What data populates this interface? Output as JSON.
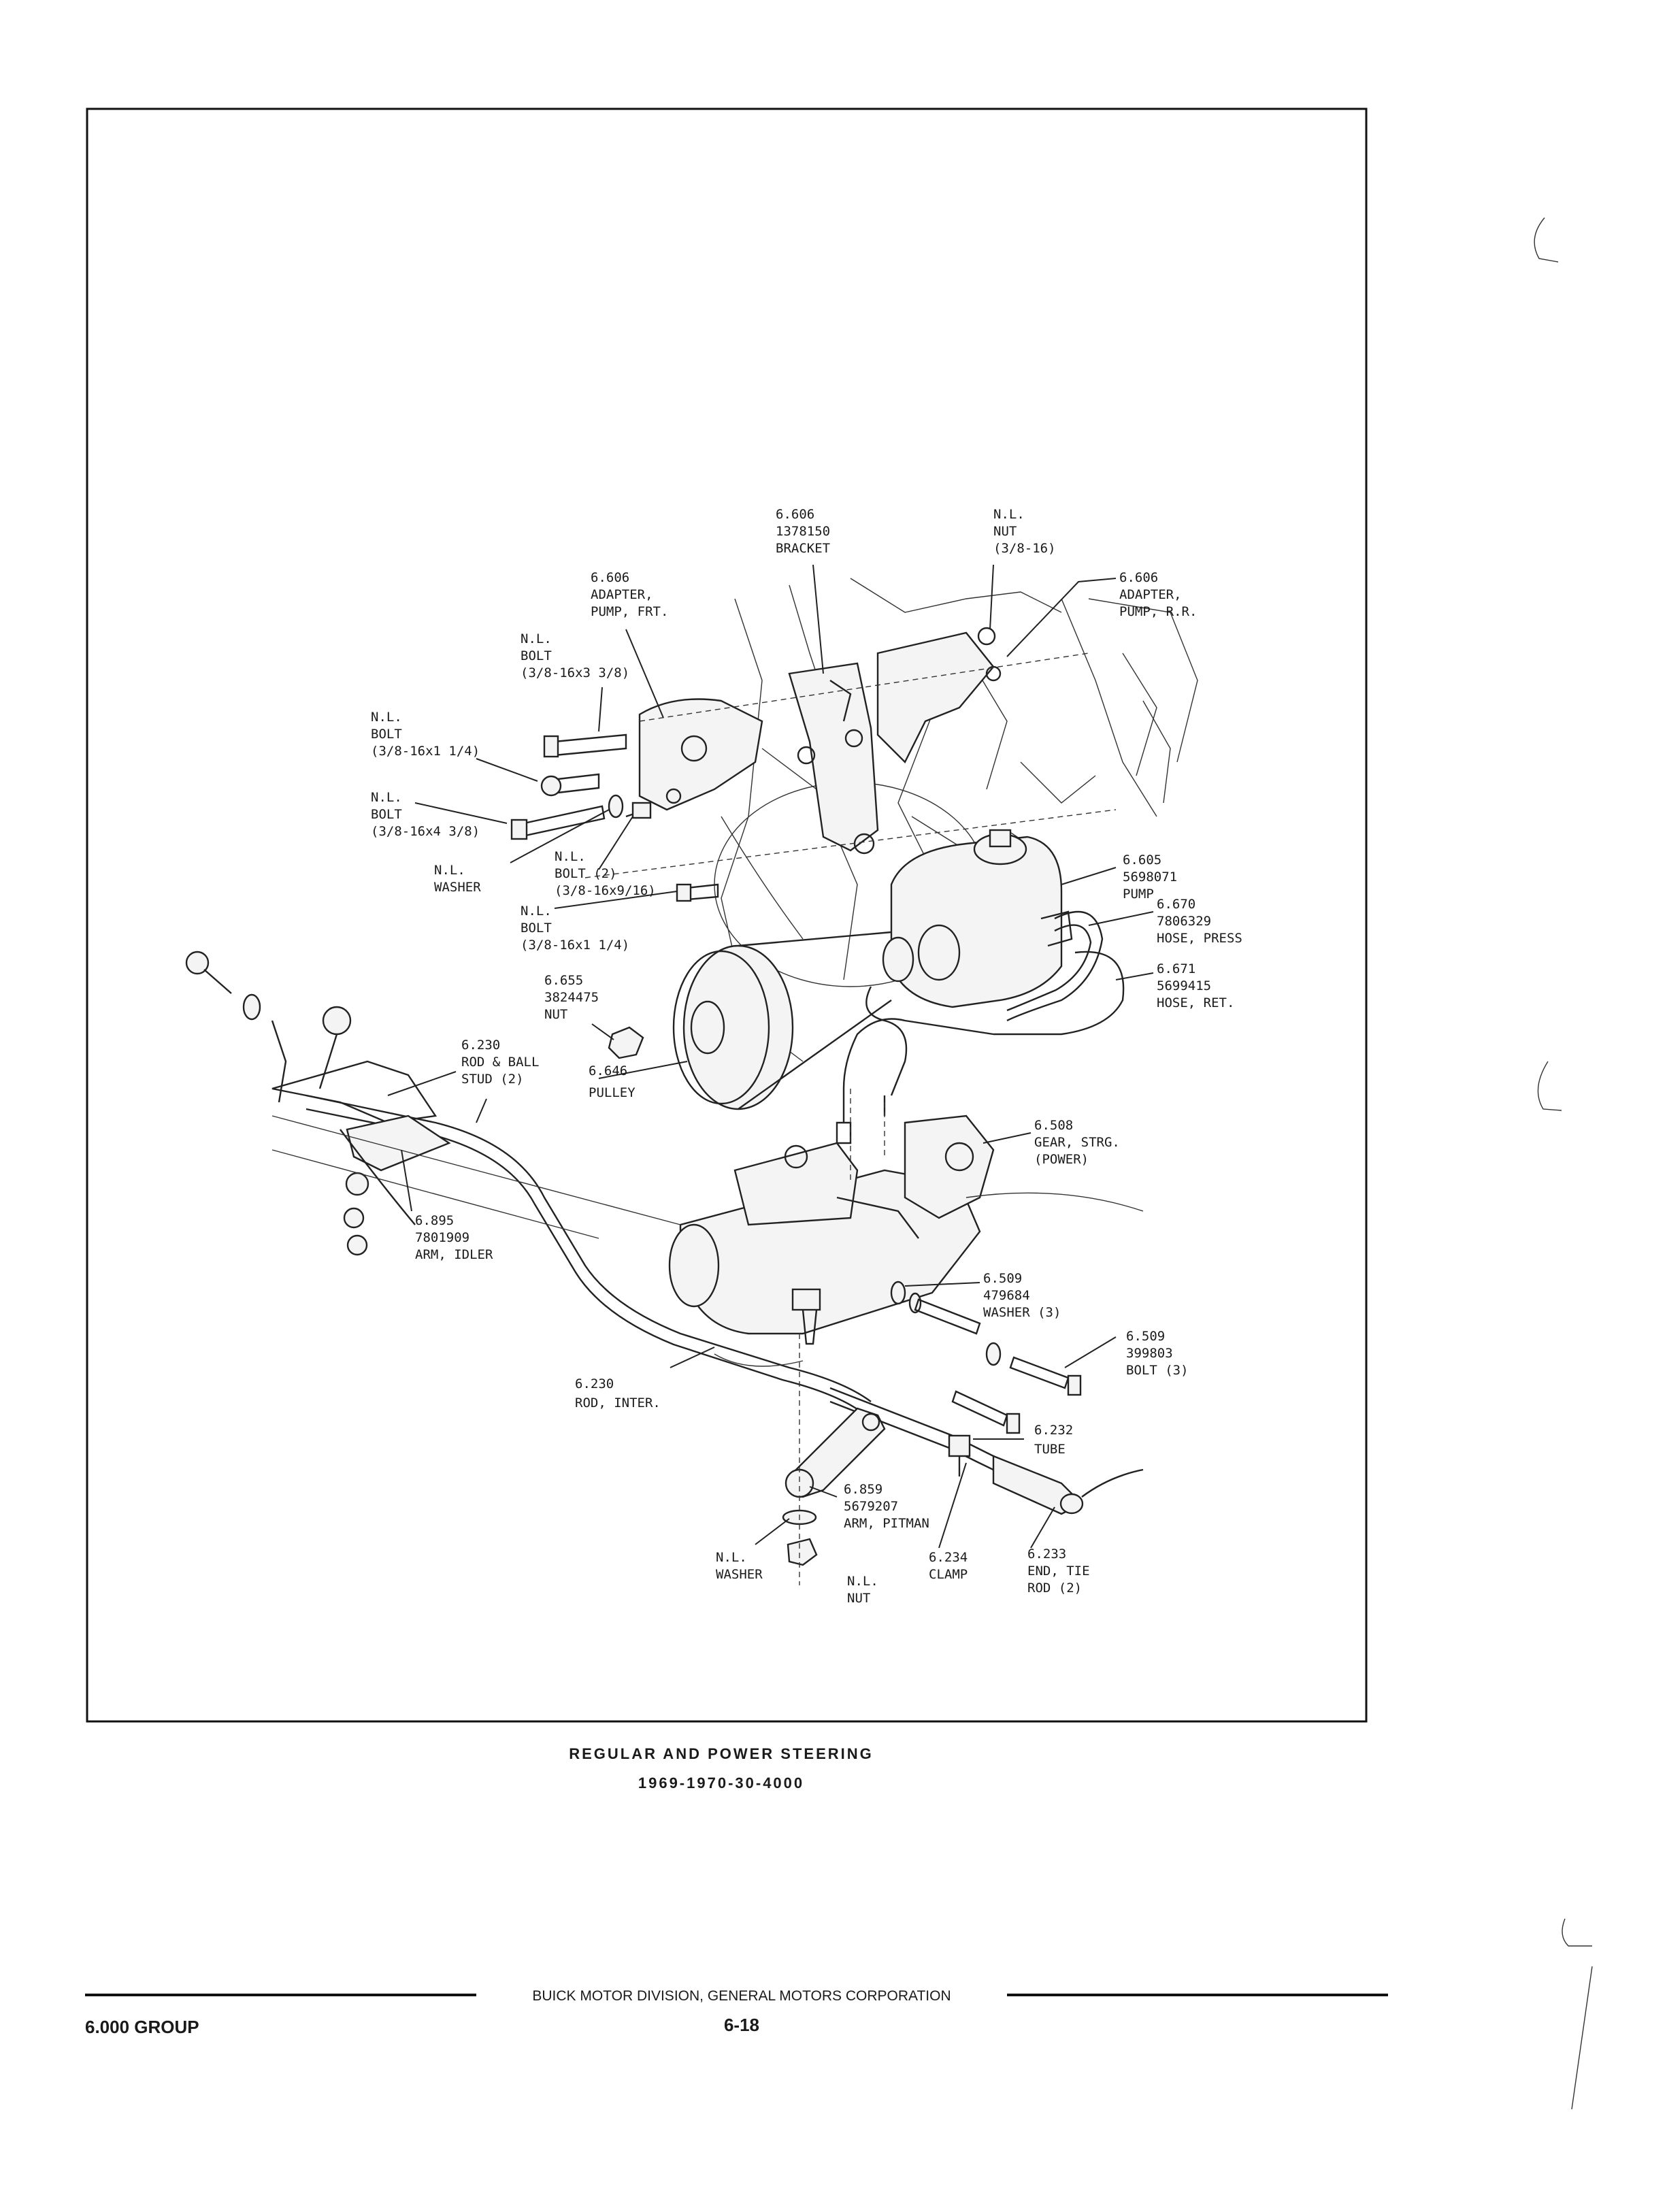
{
  "labels": {
    "bracket": [
      "6.606",
      "1378150",
      "BRACKET"
    ],
    "nut_top": [
      "N.L.",
      "NUT",
      "(3/8-16)"
    ],
    "adapter_frt": [
      "6.606",
      "ADAPTER,",
      "PUMP, FRT."
    ],
    "adapter_rr": [
      "6.606",
      "ADAPTER,",
      "PUMP, R.R."
    ],
    "bolt_a": [
      "N.L.",
      "BOLT",
      "(3/8-16x3 3/8)"
    ],
    "bolt_b": [
      "N.L.",
      "BOLT",
      "(3/8-16x1 1/4)"
    ],
    "bolt_c": [
      "N.L.",
      "BOLT",
      "(3/8-16x4 3/8)"
    ],
    "washer_top": [
      "N.L.",
      "WASHER"
    ],
    "bolt_d": [
      "N.L.",
      "BOLT (2)",
      "(3/8-16x9/16)"
    ],
    "bolt_e": [
      "N.L.",
      "BOLT",
      "(3/8-16x1 1/4)"
    ],
    "pump": [
      "6.605",
      "5698071",
      "PUMP"
    ],
    "hose_press": [
      "6.670",
      "7806329",
      "HOSE, PRESS"
    ],
    "hose_ret": [
      "6.671",
      "5699415",
      "HOSE, RET."
    ],
    "nut_655": [
      "6.655",
      "3824475",
      "NUT"
    ],
    "pulley": [
      "6.646",
      "PULLEY"
    ],
    "rod_ball": [
      "6.230",
      "ROD & BALL",
      "STUD (2)"
    ],
    "gear": [
      "6.508",
      "GEAR, STRG.",
      "(POWER)"
    ],
    "arm_idler": [
      "6.895",
      "7801909",
      "ARM, IDLER"
    ],
    "washer_509": [
      "6.509",
      "479684",
      "WASHER (3)"
    ],
    "bolt_509": [
      "6.509",
      "399803",
      "BOLT (3)"
    ],
    "rod_inter": [
      "6.230",
      "ROD, INTER."
    ],
    "tube": [
      "6.232",
      "TUBE"
    ],
    "arm_pitman": [
      "6.859",
      "5679207",
      "ARM, PITMAN"
    ],
    "washer_bottom": [
      "N.L.",
      "WASHER"
    ],
    "nut_bottom": [
      "N.L.",
      "NUT"
    ],
    "clamp": [
      "6.234",
      "CLAMP"
    ],
    "end_tie": [
      "6.233",
      "END, TIE",
      "ROD (2)"
    ]
  },
  "caption": {
    "title": "REGULAR AND POWER STEERING",
    "subtitle": "1969-1970-30-4000"
  },
  "footer": {
    "group": "6.000 GROUP",
    "division": "BUICK MOTOR DIVISION, GENERAL MOTORS CORPORATION",
    "page": "6-18"
  }
}
